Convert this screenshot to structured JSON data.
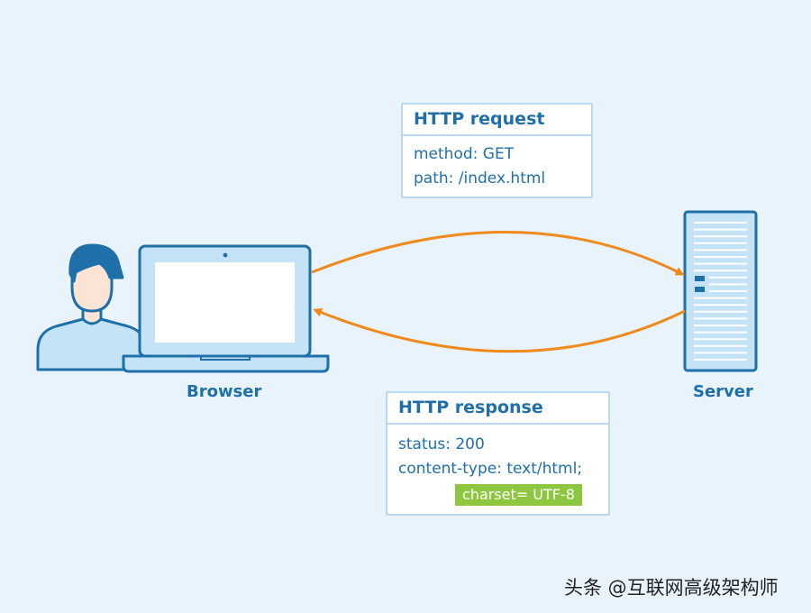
{
  "request": {
    "title": "HTTP request",
    "lines": [
      "method: GET",
      "path: /index.html"
    ]
  },
  "response": {
    "title": "HTTP response",
    "lines": [
      "status: 200",
      "content-type: text/html;"
    ],
    "highlight": "charset= UTF-8"
  },
  "labels": {
    "browser": "Browser",
    "server": "Server"
  },
  "watermark": "头条 @互联网高级架构师",
  "colors": {
    "background": "#e8f3fc",
    "primary_blue": "#1f6fa8",
    "light_blue": "#c5e3f7",
    "arrow_orange": "#ef8a1c",
    "highlight_green": "#8dc63f",
    "skin": "#fbe3d6"
  },
  "icons": [
    "user-icon",
    "laptop-icon",
    "server-icon"
  ]
}
